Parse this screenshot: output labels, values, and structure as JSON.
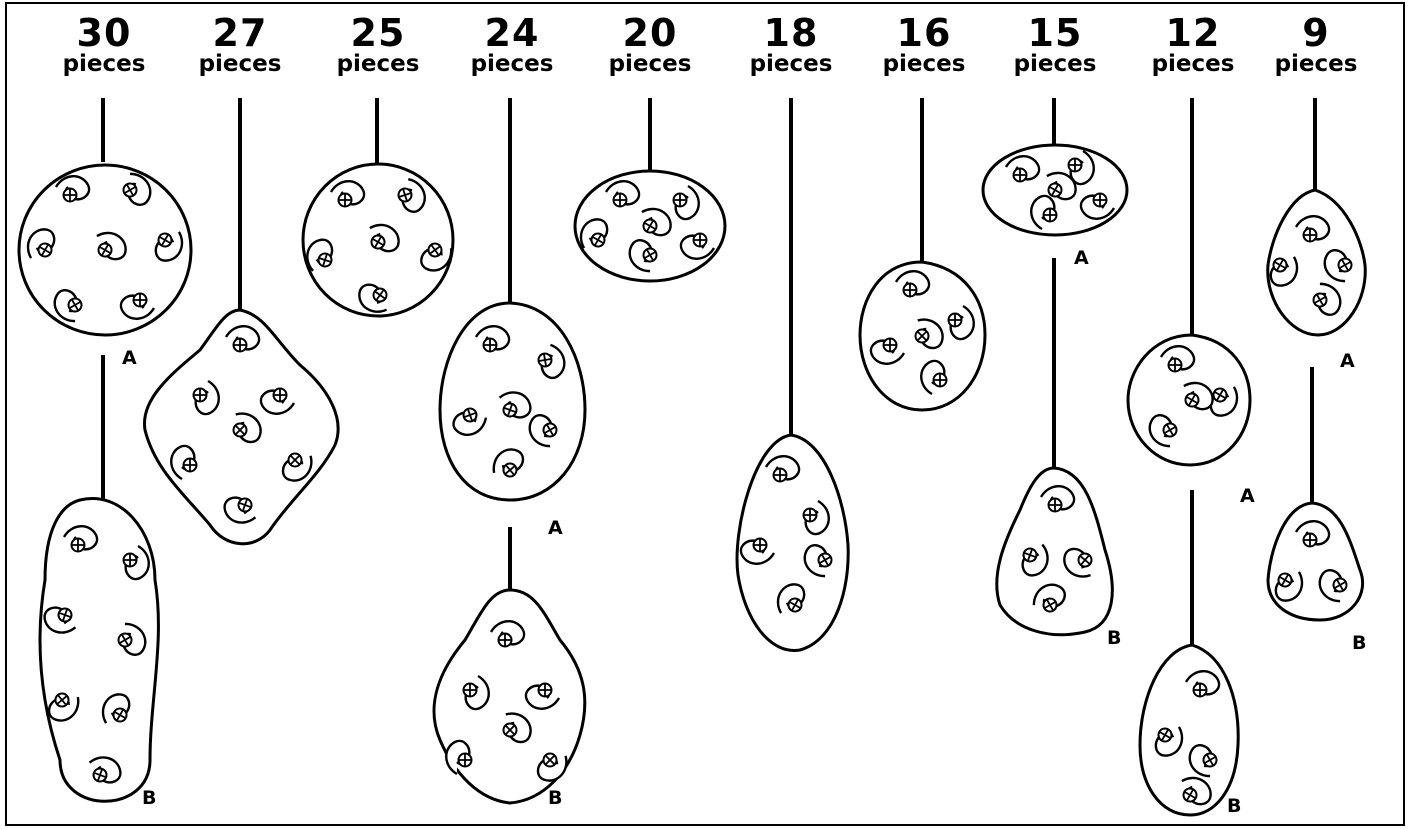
{
  "columns": [
    {
      "id": "c30",
      "number": "30",
      "unit": "pieces",
      "lamps": [
        {
          "label": "A"
        },
        {
          "label": "B"
        }
      ]
    },
    {
      "id": "c27",
      "number": "27",
      "unit": "pieces",
      "lamps": [
        {
          "label": ""
        }
      ]
    },
    {
      "id": "c25",
      "number": "25",
      "unit": "pieces",
      "lamps": [
        {
          "label": ""
        }
      ]
    },
    {
      "id": "c24",
      "number": "24",
      "unit": "pieces",
      "lamps": [
        {
          "label": "A"
        },
        {
          "label": "B"
        }
      ]
    },
    {
      "id": "c20",
      "number": "20",
      "unit": "pieces",
      "lamps": [
        {
          "label": ""
        }
      ]
    },
    {
      "id": "c18",
      "number": "18",
      "unit": "pieces",
      "lamps": [
        {
          "label": ""
        }
      ]
    },
    {
      "id": "c16",
      "number": "16",
      "unit": "pieces",
      "lamps": [
        {
          "label": ""
        }
      ]
    },
    {
      "id": "c15",
      "number": "15",
      "unit": "pieces",
      "lamps": [
        {
          "label": "A"
        },
        {
          "label": "B"
        }
      ]
    },
    {
      "id": "c12",
      "number": "12",
      "unit": "pieces",
      "lamps": [
        {
          "label": "A"
        },
        {
          "label": "B"
        }
      ]
    },
    {
      "id": "c9",
      "number": "9",
      "unit": "pieces",
      "lamps": [
        {
          "label": "A"
        },
        {
          "label": "B"
        }
      ]
    }
  ],
  "colors": {
    "ink": "#000000",
    "paper": "#ffffff"
  }
}
